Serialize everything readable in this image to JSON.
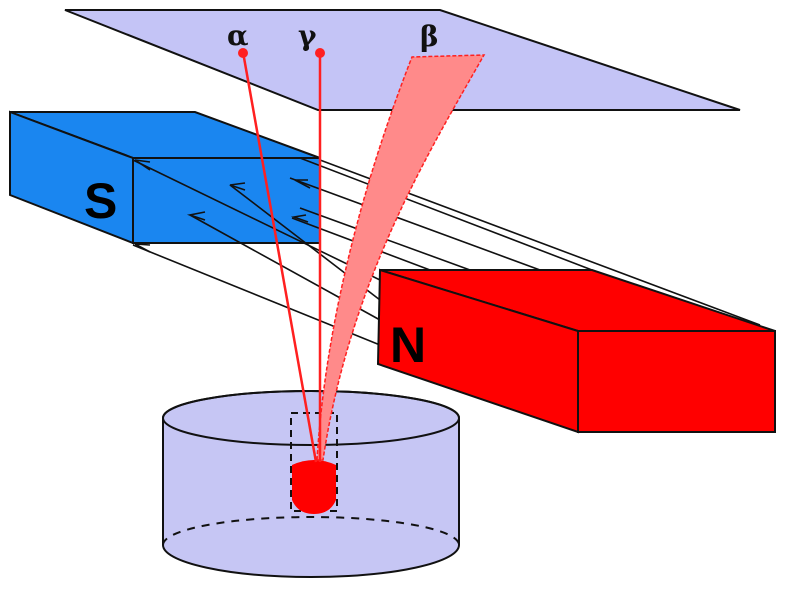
{
  "diagram": {
    "labels": {
      "alpha": "α",
      "gamma": "γ",
      "beta": "β",
      "south_pole": "S",
      "north_pole": "N"
    },
    "colors": {
      "plate": "#c4c4f6",
      "south_magnet": "#1a86f0",
      "north_magnet": "#ff0000",
      "ray": "#ff2020",
      "beta_band": "#ff8a8a",
      "container": "#c6c6f4",
      "source": "#ff0000"
    }
  }
}
